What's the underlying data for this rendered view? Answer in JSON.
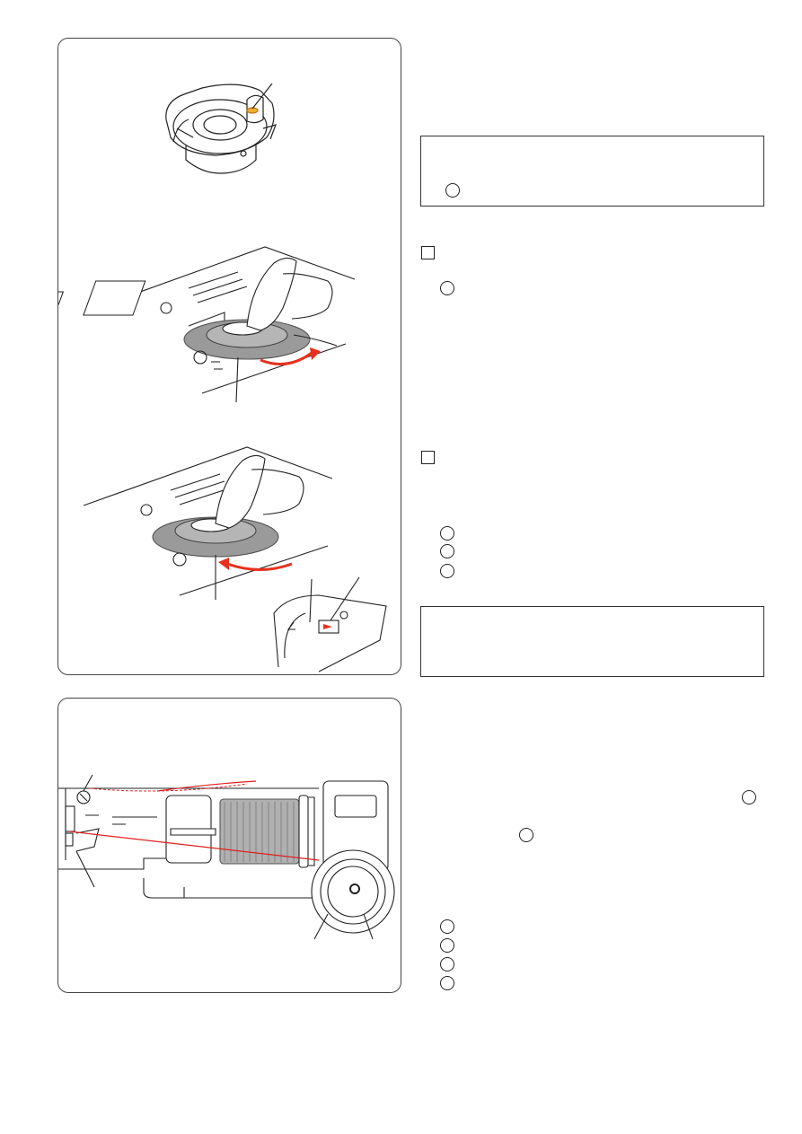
{
  "colors": {
    "line": "#222222",
    "thread_red": "#e02020",
    "bobbin_gray": "#8a8a8a",
    "arrow_red": "#e8301f",
    "holder_gray": "#c8c8c8"
  },
  "icons": {
    "bobbin_holder": "bobbin-holder-illustration",
    "remove_holder": "hand-removing-bobbin-holder-illustration",
    "insert_holder": "hand-inserting-bobbin-holder-illustration",
    "holder_detail": "bobbin-holder-stopper-detail",
    "bobbin_winding": "bobbin-winding-spool-pin-illustration",
    "square_marker": "square-step-marker",
    "circle_marker": "circled-reference-marker"
  }
}
